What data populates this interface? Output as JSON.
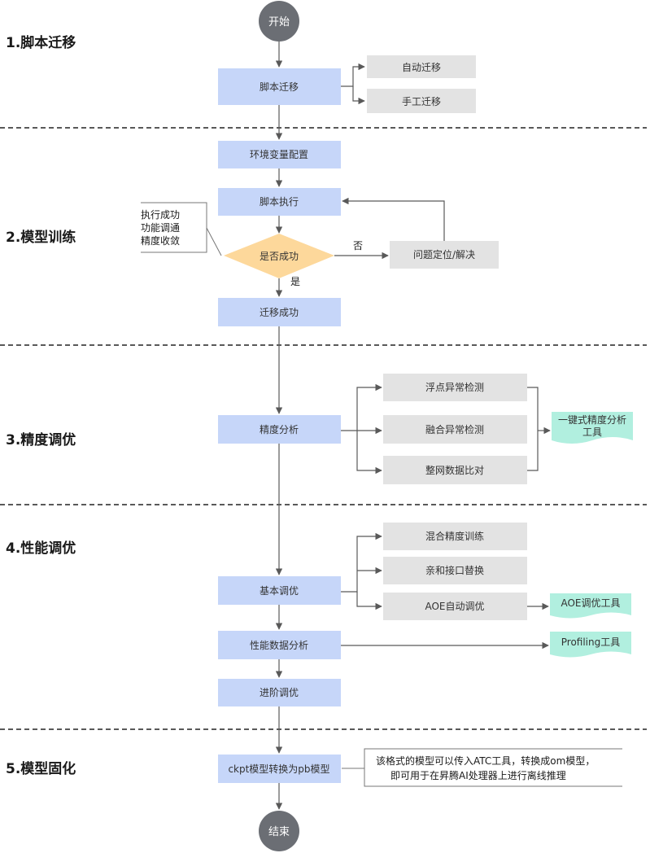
{
  "colors": {
    "circle": "#6b6e74",
    "blue_box": "#c6d6f9",
    "gray_box": "#e3e3e3",
    "teal_doc": "#b1efdf",
    "diamond": "#fdd89b",
    "line": "#595959"
  },
  "stages": {
    "s1": "1.脚本迁移",
    "s2": "2.模型训练",
    "s3": "3.精度调优",
    "s4": "4.性能调优",
    "s5": "5.模型固化"
  },
  "nodes": {
    "start": "开始",
    "end": "结束",
    "script_migration": "脚本迁移",
    "auto_migration": "自动迁移",
    "manual_migration": "手工迁移",
    "env_config": "环境变量配置",
    "script_exec": "脚本执行",
    "is_success": "是否成功",
    "problem_locate": "问题定位/解决",
    "migration_success": "迁移成功",
    "precision_analysis": "精度分析",
    "float_check": "浮点异常检测",
    "fusion_check": "融合异常检测",
    "network_compare": "整网数据比对",
    "precision_tool_line1": "一键式精度分析",
    "precision_tool_line2": "工具",
    "mixed_precision": "混合精度训练",
    "affinity_api": "亲和接口替换",
    "aoe_auto": "AOE自动调优",
    "basic_tuning": "基本调优",
    "aoe_tool": "AOE调优工具",
    "perf_analysis": "性能数据分析",
    "profiling_tool": "Profiling工具",
    "advanced_tuning": "进阶调优",
    "ckpt_to_pb": "ckpt模型转换为pb模型"
  },
  "labels": {
    "no": "否",
    "yes": "是"
  },
  "callouts": {
    "training_criteria": [
      "执行成功",
      "功能调通",
      "精度收敛"
    ],
    "pb_note": [
      "该格式的模型可以传入ATC工具，转换成om模型，",
      "即可用于在昇腾AI处理器上进行离线推理"
    ]
  }
}
